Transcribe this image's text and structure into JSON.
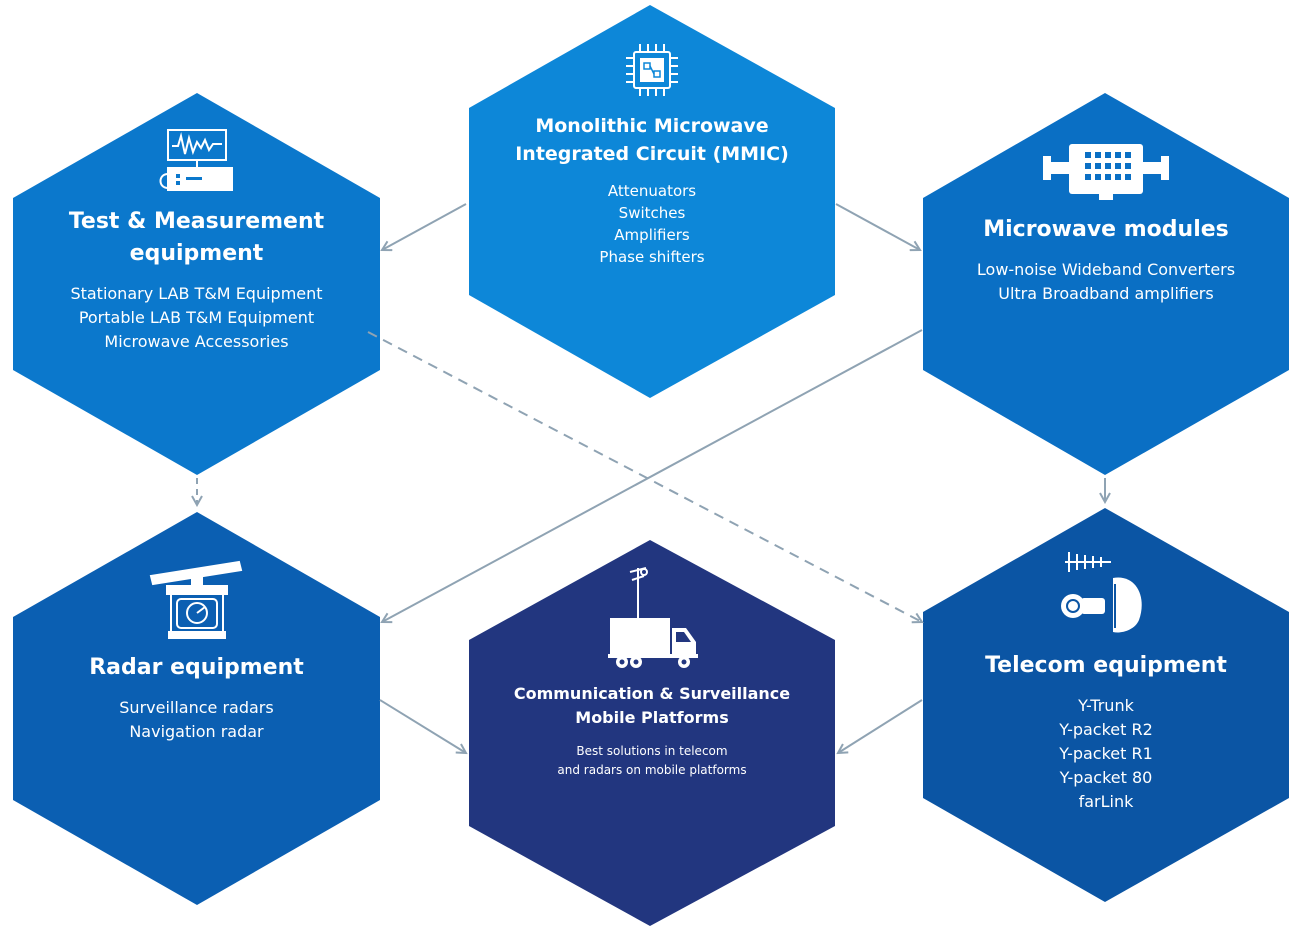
{
  "colors": {
    "mmic": "#0d87d8",
    "test": "#0b78cc",
    "modules": "#0a6fc4",
    "radar": "#0b5fb2",
    "telecom": "#0b55a4",
    "mobile": "#22367f",
    "arrow": "#8fa3b3"
  },
  "nodes": {
    "mmic": {
      "icon": "chip-icon",
      "title": "Monolithic Microwave\nIntegrated Circuit (MMIC)",
      "items": [
        "Attenuators",
        "Switches",
        "Amplifiers",
        "Phase shifters"
      ]
    },
    "test": {
      "icon": "oscilloscope-icon",
      "title": "Test & Measurement\nequipment",
      "items": [
        "Stationary LAB T&M Equipment",
        "Portable LAB T&M Equipment",
        "Microwave Accessories"
      ]
    },
    "modules": {
      "icon": "microwave-module-icon",
      "title": "Microwave modules",
      "items": [
        "Low-noise Wideband Converters",
        "Ultra Broadband amplifiers"
      ]
    },
    "radar": {
      "icon": "radar-icon",
      "title": "Radar equipment",
      "items": [
        "Surveillance radars",
        "Navigation radar"
      ]
    },
    "telecom": {
      "icon": "antenna-dish-icon",
      "title": "Telecom equipment",
      "items": [
        "Y-Trunk",
        "Y-packet R2",
        "Y-packet R1",
        "Y-packet 80",
        "farLink"
      ]
    },
    "mobile": {
      "icon": "truck-icon",
      "title": "Communication & Surveillance\nMobile Platforms",
      "items": [
        "Best solutions in telecom",
        "and radars on mobile platforms"
      ]
    }
  }
}
